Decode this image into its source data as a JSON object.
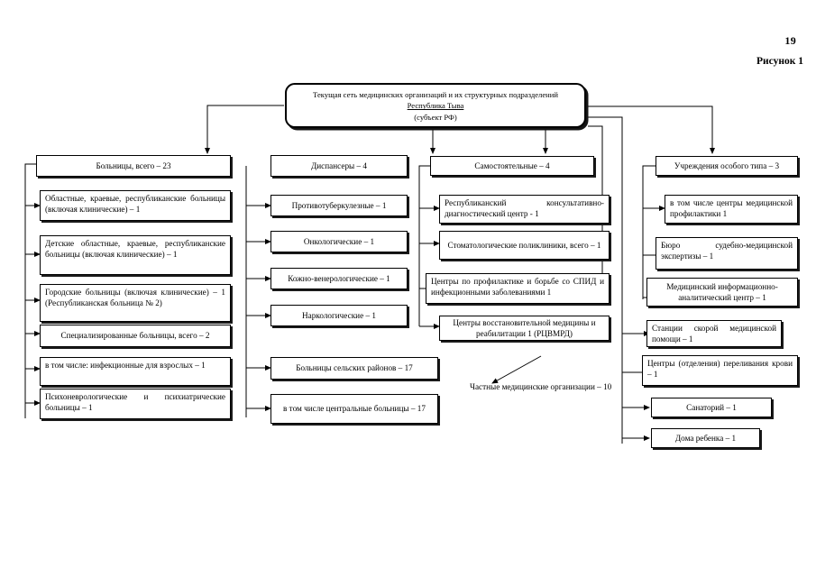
{
  "page": {
    "number": "19",
    "figure_label": "Рисунок 1"
  },
  "root": {
    "line1": "Текущая сеть медицинских организаций и их структурных подразделений",
    "line2": "Республика Тыва",
    "line3": "(субъект РФ)"
  },
  "columns": [
    {
      "id": "hospitals",
      "header": "Больницы, всего – 23",
      "items": [
        "Областные, краевые, республиканские больницы (включая клинические) – 1",
        "Детские областные, краевые, республиканские больницы (включая клинические) – 1",
        "Городские больницы (включая клинические) – 1 (Республиканская больница № 2)",
        "Специализированные больницы, всего – 2",
        "в том числе: инфекционные для взрослых – 1",
        "Психоневрологические и психиатрические больницы – 1"
      ]
    },
    {
      "id": "dispensaries",
      "header": "Диспансеры – 4",
      "items": [
        "Противотуберкулезные – 1",
        "Онкологические – 1",
        "Кожно-венерологические – 1",
        "Наркологические – 1",
        "Больницы сельских районов – 17",
        "в том числе центральные больницы – 17"
      ]
    },
    {
      "id": "independent",
      "header": "Самостоятельные – 4",
      "items": [
        "Республиканский консультативно-диагностический центр - 1",
        "Стоматологические поликлиники, всего – 1",
        "Центры по профилактике и борьбе со СПИД и инфекционными заболеваниями  1",
        "Центры восстановительной медицины и реабилитации  1  (РЦВМРД)"
      ]
    },
    {
      "id": "special-type",
      "header": "Учреждения особого типа – 3",
      "items": [
        "в том числе центры медицинской профилактики   1",
        "Бюро судебно-медицинской экспертизы – 1",
        "Медицинский информационно-аналитический центр – 1",
        "Станции скорой медицинской помощи – 1",
        "Центры (отделения) переливания крови – 1",
        "Санаторий – 1",
        "Дома ребенка – 1"
      ]
    }
  ],
  "private_note": "Частные медицинские организации – 10",
  "colors": {
    "line": "#000000",
    "background": "#ffffff"
  }
}
